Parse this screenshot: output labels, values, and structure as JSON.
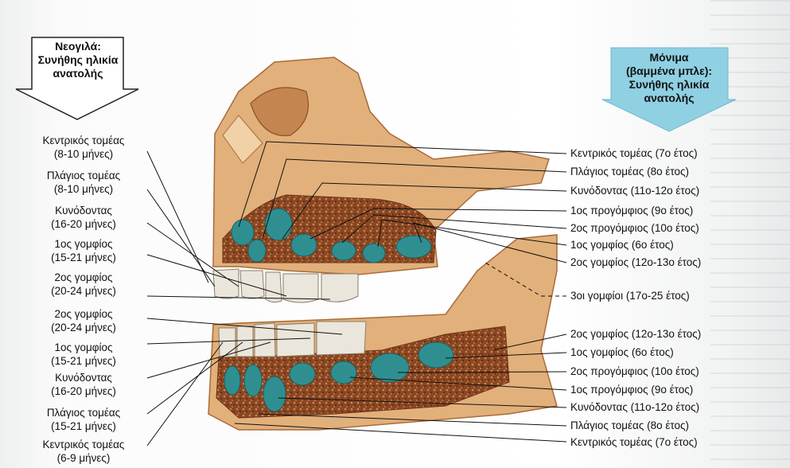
{
  "deciduous_header": {
    "line1": "Νεογιλά:",
    "line2": "Συνήθης ηλικία",
    "line3": "ανατολής"
  },
  "permanent_header": {
    "line1": "Μόνιμα",
    "line2": "(βαμμένα μπλε):",
    "line3": "Συνήθης ηλικία",
    "line4": "ανατολής"
  },
  "deciduous_upper": [
    {
      "name": "Κεντρικός τομέας",
      "age": "(8-10 μήνες)"
    },
    {
      "name": "Πλάγιος τομέας",
      "age": "(8-10 μήνες)"
    },
    {
      "name": "Κυνόδοντας",
      "age": "(16-20 μήνες)"
    },
    {
      "name": "1ος γομφίος",
      "age": "(15-21 μήνες)"
    },
    {
      "name": "2ος γομφίος",
      "age": "(20-24 μήνες)"
    }
  ],
  "deciduous_lower": [
    {
      "name": "2ος γομφίος",
      "age": "(20-24 μήνες)"
    },
    {
      "name": "1ος γομφίος",
      "age": "(15-21 μήνες)"
    },
    {
      "name": "Κυνόδοντας",
      "age": "(16-20 μήνες)"
    },
    {
      "name": "Πλάγιος τομέας",
      "age": "(15-21 μήνες)"
    },
    {
      "name": "Κεντρικός τομέας",
      "age": "(6-9 μήνες)"
    }
  ],
  "permanent_upper": [
    "Κεντρικός τομέας (7ο έτος)",
    "Πλάγιος τομέας (8ο έτος)",
    "Κυνόδοντας (11ο-12ο έτος)",
    "1ος προγόμφιος (9ο έτος)",
    "2ος προγόμφιος (10ο έτος)",
    "1ος γομφίος (6ο έτος)",
    "2ος γομφίος (12ο-13ο έτος)"
  ],
  "third_molars": "3οι γομφίοι (17ο-25 έτος)",
  "permanent_lower": [
    "2ος γομφίος (12ο-13ο έτος)",
    "1ος γομφίος (6ο έτος)",
    "2ος προγόμφιος (10ο έτος)",
    "1ος προγόμφιος (9ο έτος)",
    "Κυνόδοντας (11ο-12ο έτος)",
    "Πλάγιος τομέας (8ο έτος)",
    "Κεντρικός τομέας (7ο έτος)"
  ],
  "colors": {
    "bone": "#e2b07a",
    "bone_dark": "#b97a45",
    "marrow": "#7a3b1c",
    "permanent_tooth": "#2f8f90",
    "deciduous_tooth": "#ebe6dc",
    "blue_arrow": "#8fd0e3"
  }
}
